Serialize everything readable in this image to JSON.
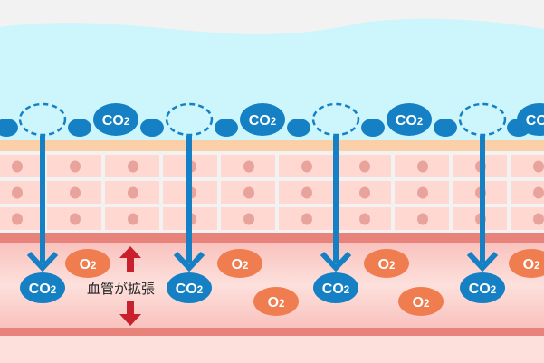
{
  "labels": {
    "co2": "CO",
    "o2": "O",
    "subscript": "2",
    "vasodilation": "血管が拡張"
  },
  "colors": {
    "airway": "#ccf5fc",
    "co2_blue": "#1580c4",
    "o2_orange": "#f07d4f",
    "cell": "#ffd8d2",
    "cell_nucleus": "#e8a49c",
    "membrane": "#fbd0a8",
    "vessel_wall": "#e8837c",
    "vessel": "#fcd0cc",
    "dilation_arrow": "#c8202c"
  }
}
